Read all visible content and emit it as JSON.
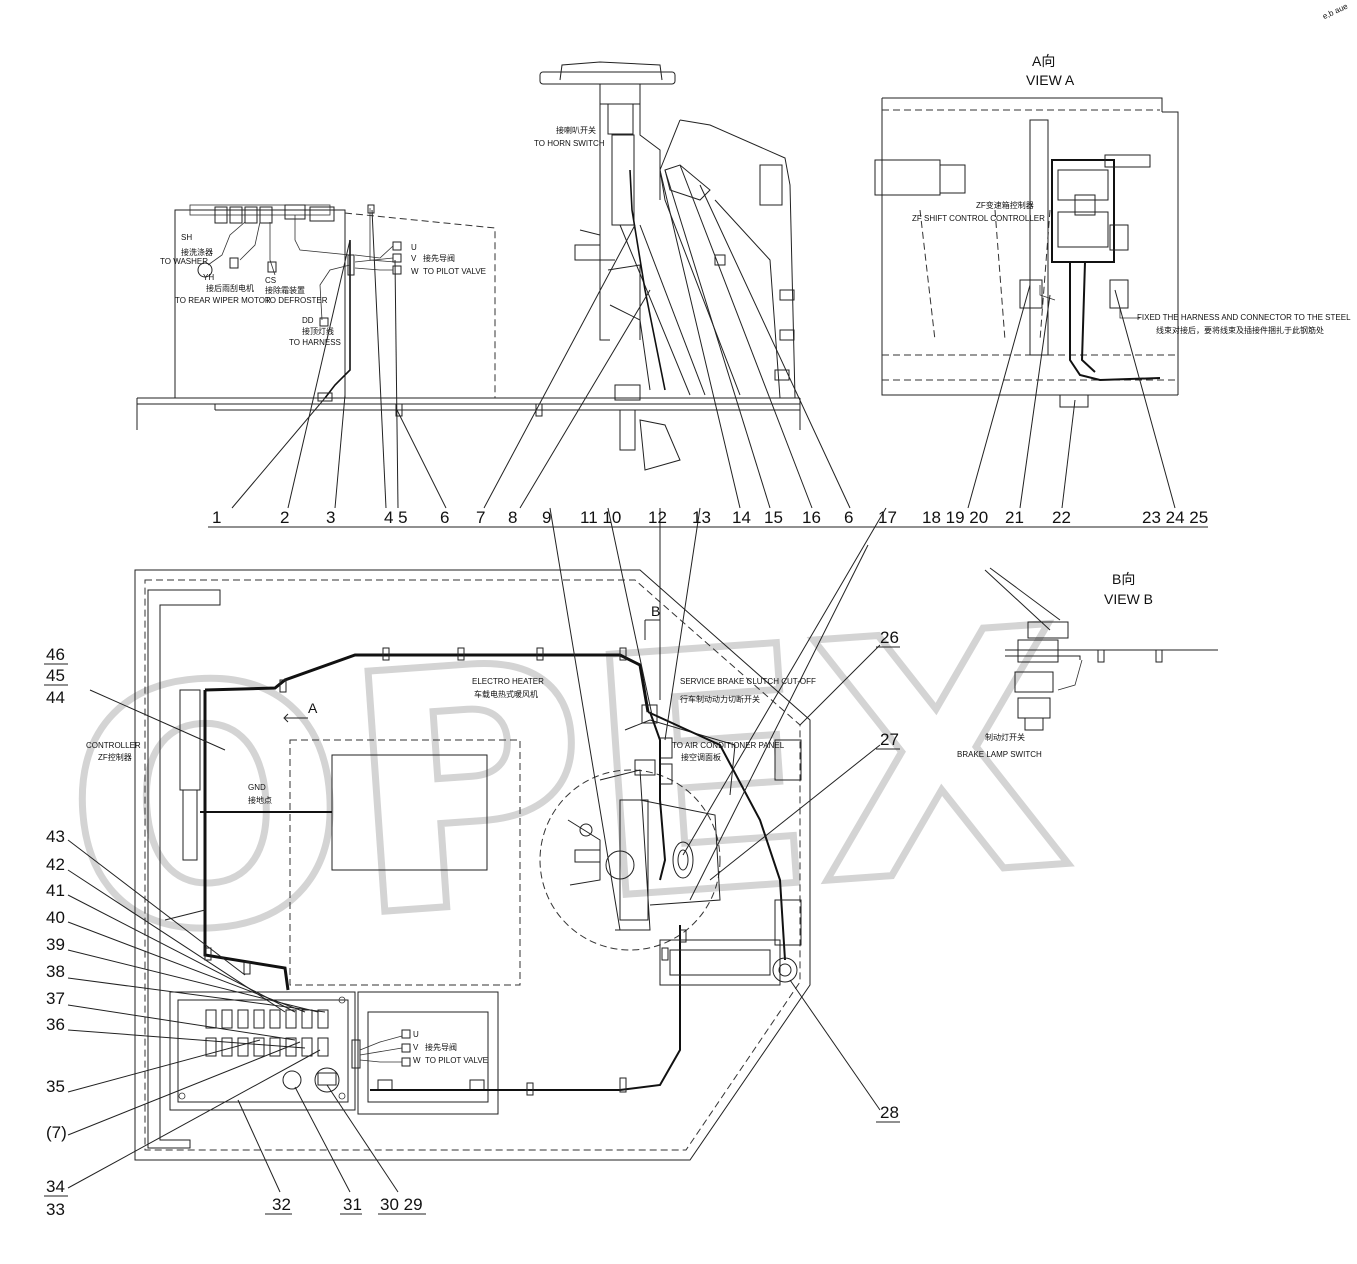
{
  "watermark": "OPEX",
  "corner_note": "e,b aue",
  "views": {
    "view_a": {
      "title_cn": "A向",
      "title_en": "VIEW A"
    },
    "view_b": {
      "title_cn": "B向",
      "title_en": "VIEW B"
    },
    "section_b_mark": "B",
    "section_a_mark": "A"
  },
  "labels": {
    "sh": "SH",
    "sh_cn": "接洗涤器",
    "to_washer": "TO WASHER",
    "yh": "YH",
    "yh_cn": "接后雨刮电机",
    "to_rear_wiper": "TO REAR WIPER MOTOR",
    "cs": "CS",
    "cs_cn": "接除霜装置",
    "to_defroster": "TO DEFROSTER",
    "dd": "DD",
    "dd_cn": "接顶灯线",
    "to_harness": "TO HARNESS",
    "u": "U",
    "v": "V",
    "w": "W",
    "pilot_cn": "接先导阀",
    "to_pilot_valve": "TO PILOT VALVE",
    "horn_cn": "接喇叭开关",
    "to_horn_switch": "TO HORN SWITCH",
    "zf_cn": "ZF变速箱控制器",
    "zf_shift": "ZF SHIFT CONTROL CONTROLLER",
    "fixed_harness": "FIXED THE HARNESS AND CONNECTOR TO THE STEEL",
    "fixed_harness_cn": "线束对接后，要将线束及插接件捆扎于此钢筋处",
    "electro_heater": "ELECTRO HEATER",
    "electro_heater_cn": "车载电热式暖风机",
    "service_brake": "SERVICE BRAKE CLUTCH CUT-OFF",
    "service_brake_cn": "行车制动动力切断开关",
    "to_ac_panel": "TO AIR CONDITIONER PANEL",
    "ac_panel_cn": "接空调面板",
    "controller": "CONTROLLER",
    "controller_cn": "ZF控制器",
    "gnd": "GND",
    "gnd_cn": "接地点",
    "brake_lamp_cn": "制动灯开关",
    "brake_lamp": "BRAKE LAMP SWITCH"
  },
  "callouts_top": [
    "1",
    "2",
    "3",
    "4 5",
    "6",
    "7",
    "8",
    "9",
    "11 10",
    "12",
    "13",
    "14",
    "15",
    "16",
    "6",
    "17",
    "18 19 20",
    "21",
    "22",
    "23 24 25"
  ],
  "callouts_left": [
    "46",
    "45",
    "44",
    "43",
    "42",
    "41",
    "40",
    "39",
    "38",
    "37",
    "36",
    "35",
    "(7)",
    "34",
    "33"
  ],
  "callouts_bottom": [
    "32",
    "31",
    "30 29"
  ],
  "callouts_right": [
    "26",
    "27",
    "28"
  ]
}
